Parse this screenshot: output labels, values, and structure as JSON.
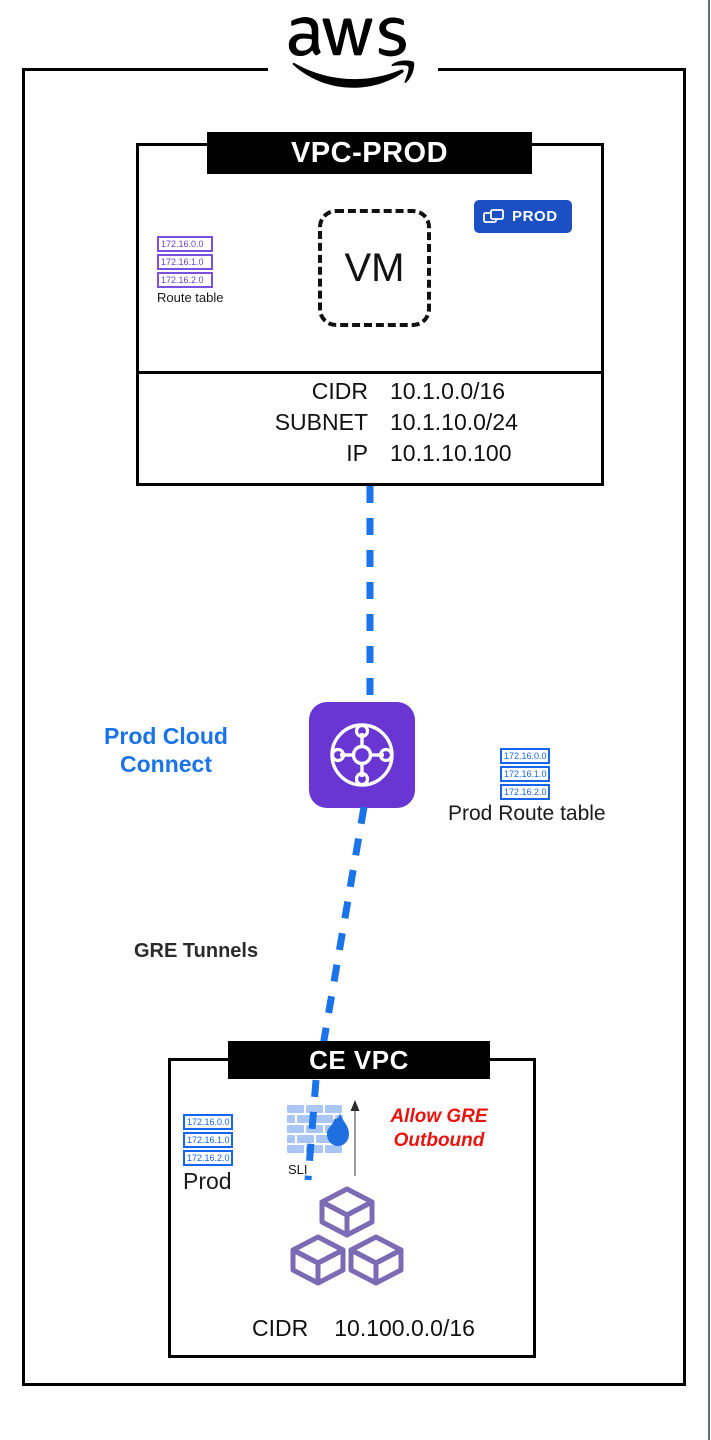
{
  "diagram": {
    "cloud_provider": "aws",
    "colors": {
      "frame": "#000000",
      "tunnel_blue": "#1a73e8",
      "cloud_connect_purple": "#6936d3",
      "prod_badge_blue": "#1c4fc4",
      "alert_red": "#e8150f",
      "route_purple": "#7b4fe0",
      "route_blue": "#1565f0",
      "cubes_purple": "#7b6bb5"
    }
  },
  "vpc_prod": {
    "title": "VPC-PROD",
    "vm_label": "VM",
    "badge": {
      "label": "PROD",
      "icon": "windows-stack-icon"
    },
    "route_table": {
      "caption": "Route table",
      "rows": [
        "172.16.0.0",
        "172.16.1.0",
        "172.16.2.0"
      ]
    },
    "specs": [
      {
        "key": "CIDR",
        "value": "10.1.0.0/16"
      },
      {
        "key": "SUBNET",
        "value": "10.1.10.0/24"
      },
      {
        "key": "IP",
        "value": "10.1.10.100"
      }
    ]
  },
  "cloud_connect": {
    "label": "Prod Cloud\nConnect",
    "label_line1": "Prod Cloud",
    "label_line2": "Connect",
    "icon": "network-hub-icon",
    "route_table": {
      "caption": "Prod Route table",
      "rows": [
        "172.16.0.0",
        "172.16.1.0",
        "172.16.2.0"
      ]
    }
  },
  "tunnels": {
    "label": "GRE Tunnels"
  },
  "ce_vpc": {
    "title": "CE VPC",
    "route_table": {
      "caption": "Prod",
      "rows": [
        "172.16.0.0",
        "172.16.1.0",
        "172.16.2.0"
      ]
    },
    "firewall": {
      "icon": "firewall-brick-flame-icon",
      "label": "SLI"
    },
    "policy": {
      "line1": "Allow GRE",
      "line2": "Outbound",
      "arrow": "up-arrow-icon"
    },
    "workload": {
      "icon": "cubes-icon"
    },
    "spec": {
      "key": "CIDR",
      "value": "10.100.0.0/16"
    }
  }
}
